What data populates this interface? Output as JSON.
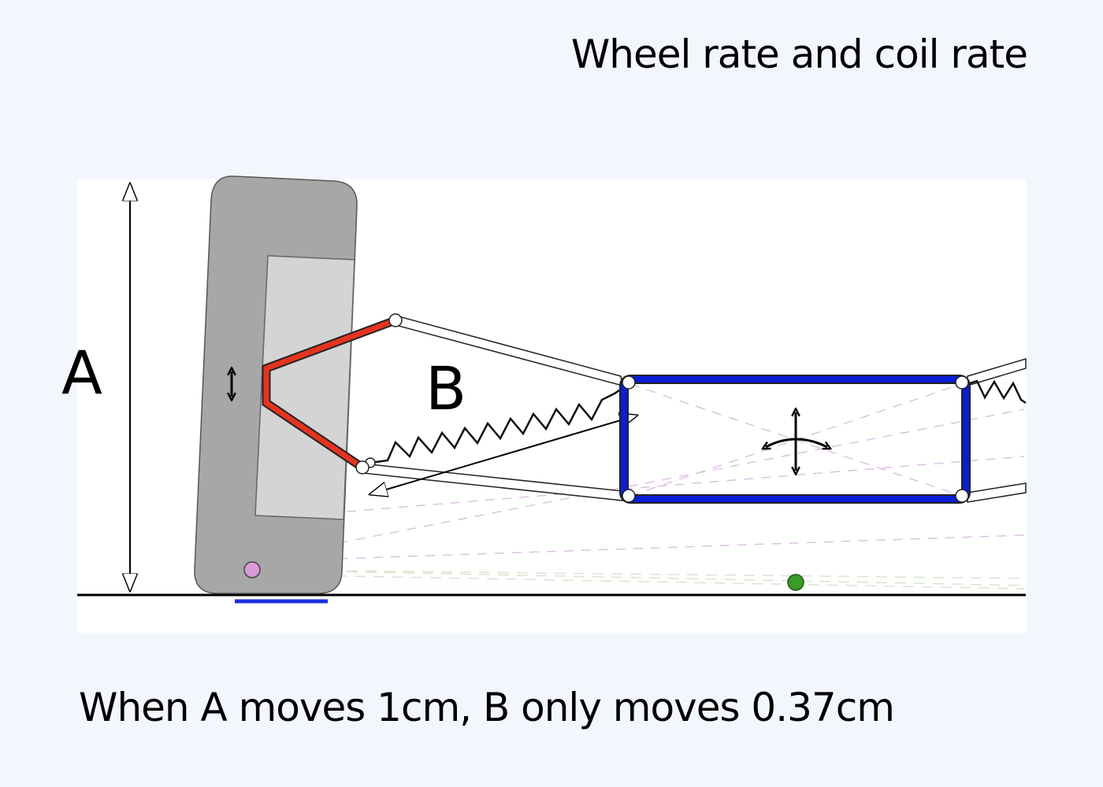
{
  "title": "Wheel rate and coil rate",
  "caption": "When A moves 1cm, B only moves 0.37cm",
  "labels": {
    "wheel_travel": "A",
    "spring_travel": "B"
  },
  "colors": {
    "background": "#f3f7fd",
    "canvas": "#ffffff",
    "upright": "#e4341f",
    "chassis": "#0a1ed6",
    "wheel": "#a7a7a7",
    "hub": "#d4d4d4",
    "contact_patch": "#1a2fe0",
    "contact_point": "#d99ad9",
    "center_of_mass": "#3a9a2a"
  },
  "icons": {
    "upright_move": "vertical-double-arrow-icon",
    "chassis_move": "four-way-move-icon"
  }
}
